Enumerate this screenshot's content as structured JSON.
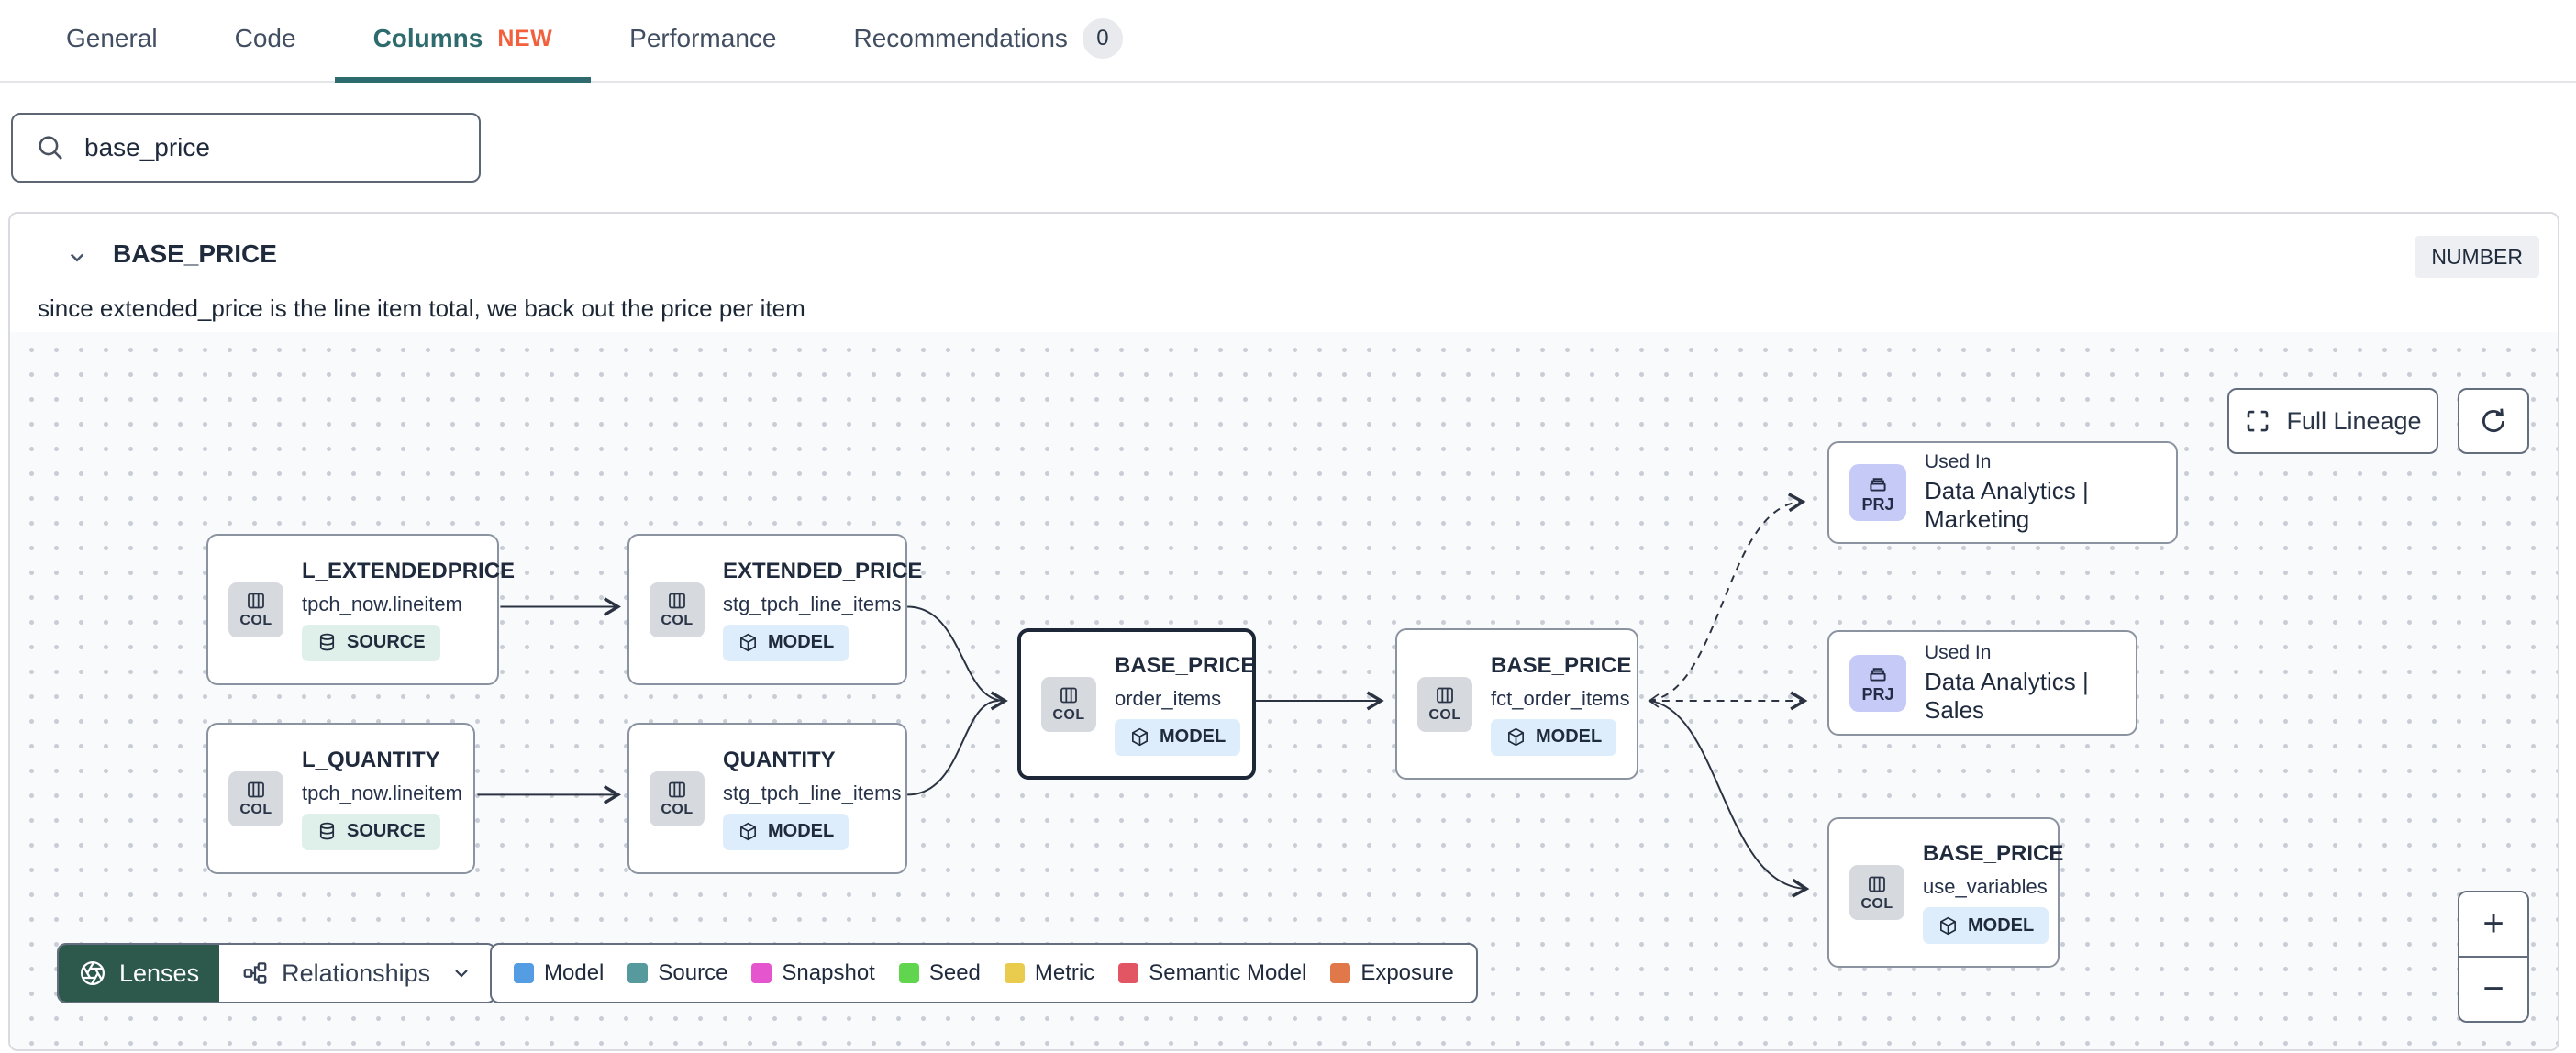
{
  "tabs": {
    "items": [
      {
        "label": "General"
      },
      {
        "label": "Code"
      },
      {
        "label": "Columns",
        "badge": "NEW"
      },
      {
        "label": "Performance"
      },
      {
        "label": "Recommendations",
        "count": "0"
      }
    ]
  },
  "search": {
    "value": "base_price"
  },
  "column_panel": {
    "name": "BASE_PRICE",
    "data_type": "NUMBER",
    "description": "since extended_price is the line item total, we back out the price per item"
  },
  "lineage": {
    "full_lineage_label": "Full Lineage",
    "zoom_in_label": "+",
    "zoom_out_label": "−",
    "nodes": [
      {
        "title": "L_EXTENDEDPRICE",
        "subtitle": "tpch_now.lineitem",
        "kind": "SOURCE",
        "col_label": "COL"
      },
      {
        "title": "EXTENDED_PRICE",
        "subtitle": "stg_tpch_line_items",
        "kind": "MODEL",
        "col_label": "COL"
      },
      {
        "title": "L_QUANTITY",
        "subtitle": "tpch_now.lineitem",
        "kind": "SOURCE",
        "col_label": "COL"
      },
      {
        "title": "QUANTITY",
        "subtitle": "stg_tpch_line_items",
        "kind": "MODEL",
        "col_label": "COL"
      },
      {
        "title": "BASE_PRICE",
        "subtitle": "order_items",
        "kind": "MODEL",
        "col_label": "COL"
      },
      {
        "title": "BASE_PRICE",
        "subtitle": "fct_order_items",
        "kind": "MODEL",
        "col_label": "COL"
      },
      {
        "title": "BASE_PRICE",
        "subtitle": "use_variables",
        "kind": "MODEL",
        "col_label": "COL"
      }
    ],
    "projects": [
      {
        "eyebrow": "Used In",
        "title": "Data Analytics | Marketing",
        "badge": "PRJ"
      },
      {
        "eyebrow": "Used In",
        "title": "Data Analytics | Sales",
        "badge": "PRJ"
      }
    ],
    "toolbar": {
      "lenses": "Lenses",
      "relationships": "Relationships"
    },
    "legend": [
      {
        "label": "Model",
        "color": "#559de3"
      },
      {
        "label": "Source",
        "color": "#569a9e"
      },
      {
        "label": "Snapshot",
        "color": "#e455ce"
      },
      {
        "label": "Seed",
        "color": "#62d54e"
      },
      {
        "label": "Metric",
        "color": "#e9cb4d"
      },
      {
        "label": "Semantic Model",
        "color": "#e25563"
      },
      {
        "label": "Exposure",
        "color": "#e0784a"
      }
    ]
  }
}
